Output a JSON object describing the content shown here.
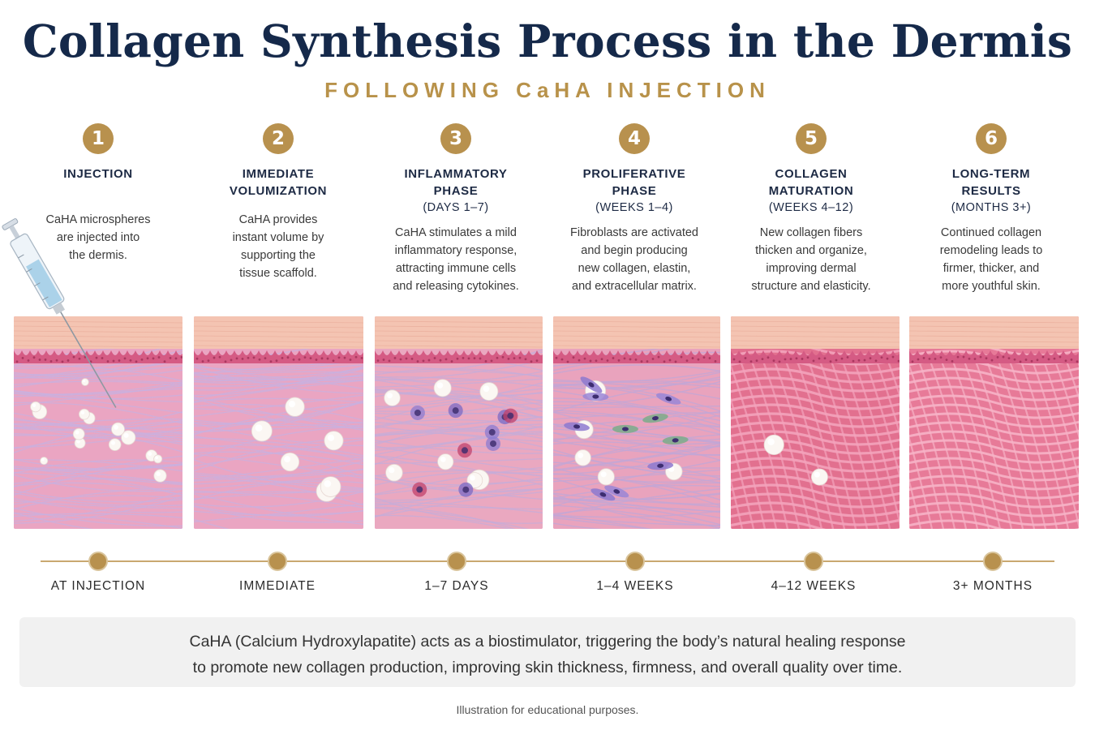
{
  "title": "Collagen Synthesis Process in the Dermis",
  "subtitle": "FOLLOWING CaHA INJECTION",
  "colors": {
    "navy": "#15294a",
    "gold": "#b8914e",
    "dermis_pink": "#ec9fbb",
    "epidermis_peach": "#f3c0b0"
  },
  "stages": [
    {
      "number": "1",
      "heading": "INJECTION",
      "timing": "",
      "description": "CaHA microspheres\nare injected into\nthe dermis.",
      "timeline_label": "AT INJECTION",
      "icon": "syringe-icon"
    },
    {
      "number": "2",
      "heading": "IMMEDIATE\nVOLUMIZATION",
      "timing": "",
      "description": "CaHA provides\ninstant volume by\nsupporting the\ntissue scaffold.",
      "timeline_label": "IMMEDIATE"
    },
    {
      "number": "3",
      "heading": "INFLAMMATORY\nPHASE",
      "timing": "(DAYS 1–7)",
      "description": "CaHA stimulates a mild\ninflammatory response,\nattracting immune cells\nand releasing cytokines.",
      "timeline_label": "1–7 DAYS"
    },
    {
      "number": "4",
      "heading": "PROLIFERATIVE\nPHASE",
      "timing": "(WEEKS 1–4)",
      "description": "Fibroblasts are activated\nand begin producing\nnew collagen, elastin,\nand extracellular matrix.",
      "timeline_label": "1–4 WEEKS"
    },
    {
      "number": "5",
      "heading": "COLLAGEN\nMATURATION",
      "timing": "(WEEKS 4–12)",
      "description": "New collagen fibers\nthicken and organize,\nimproving dermal\nstructure and elasticity.",
      "timeline_label": "4–12 WEEKS"
    },
    {
      "number": "6",
      "heading": "LONG-TERM\nRESULTS",
      "timing": "(MONTHS 3+)",
      "description": "Continued collagen\nremodeling leads to\nfirmer, thicker, and\nmore youthful skin.",
      "timeline_label": "3+ MONTHS"
    }
  ],
  "summary": "CaHA (Calcium Hydroxylapatite) acts as a biostimulator, triggering the body’s natural healing response\nto promote new collagen production, improving skin thickness, firmness, and overall quality over time.",
  "footer": "Illustration for educational purposes."
}
